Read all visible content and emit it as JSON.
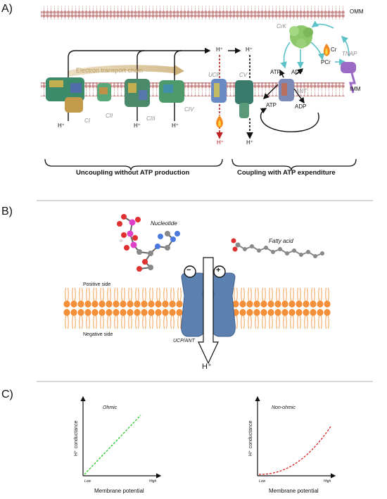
{
  "panelA": {
    "label": "A)",
    "omm": "OMM",
    "imm": "IMM",
    "etc_label": "Electron transport chain",
    "complexes": [
      "CI",
      "CII",
      "CIII",
      "CIV",
      "UCP",
      "CV",
      "ANT"
    ],
    "hplus": "H⁺",
    "crk": "CrK",
    "tnap": "TNAP",
    "cr": "Cr",
    "pcr": "PCr",
    "atp": "ATP",
    "adp": "ADP",
    "uncoupling": "Uncoupling without ATP production",
    "coupling": "Coupling with ATP expenditure"
  },
  "panelB": {
    "label": "B)",
    "nucleotide": "Nucleotide",
    "fatty_acid": "Fatty acid",
    "positive_side": "Positive side",
    "negative_side": "Negative side",
    "protein": "UCP/ANT",
    "minus": "−",
    "plus": "+",
    "hplus": "H⁺"
  },
  "panelC": {
    "label": "C)",
    "charts": [
      {
        "title": "Ohmic",
        "ylabel": "H⁺ conductance",
        "xlabel": "Membrane potential",
        "low": "Low",
        "high": "High",
        "color": "#22c622"
      },
      {
        "title": "Non-ohmic",
        "ylabel": "H⁺ conductance",
        "xlabel": "Membrane potential",
        "low": "Low",
        "high": "High",
        "color": "#d42020"
      }
    ]
  },
  "chart_data": [
    {
      "type": "line",
      "title": "Ohmic",
      "xlabel": "Membrane potential",
      "ylabel": "H⁺ conductance",
      "x": [
        0,
        0.25,
        0.5,
        0.75,
        1.0
      ],
      "series": [
        {
          "values": [
            0,
            0.25,
            0.5,
            0.75,
            1.0
          ]
        }
      ]
    },
    {
      "type": "line",
      "title": "Non-ohmic",
      "xlabel": "Membrane potential",
      "ylabel": "H⁺ conductance",
      "x": [
        0,
        0.25,
        0.5,
        0.75,
        1.0
      ],
      "series": [
        {
          "values": [
            0,
            0.06,
            0.2,
            0.5,
            1.0
          ]
        }
      ]
    }
  ]
}
